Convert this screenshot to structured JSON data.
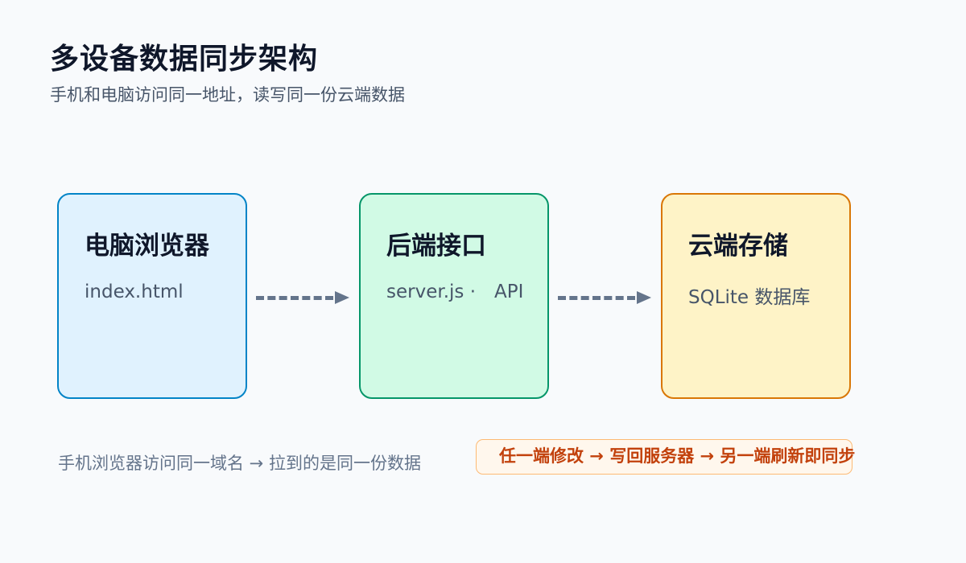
{
  "header": {
    "title": "多设备数据同步架构",
    "subtitle": "手机和电脑访问同一地址，读写同一份云端数据"
  },
  "nodes": [
    {
      "title": "电脑浏览器",
      "subtitle": "index.html",
      "fill": "#e0f2fe",
      "border": "#0284c7"
    },
    {
      "title": "后端接口",
      "subtitle": "server.js · API",
      "fill": "#d1fae5",
      "border": "#059669"
    },
    {
      "title": "云端存储",
      "subtitle": "SQLite 数据库",
      "fill": "#fef3c7",
      "border": "#d97706"
    }
  ],
  "connectors": {
    "color": "#64748b",
    "style": "dashed"
  },
  "footer": {
    "note": "手机浏览器访问同一域名 → 拉到的是同一份数据",
    "highlight": "任一端修改 → 写回服务器 → 另一端刷新即同步",
    "highlight_color": "#c2410c",
    "highlight_fill": "#fff7ed",
    "highlight_border": "#fdba74"
  }
}
